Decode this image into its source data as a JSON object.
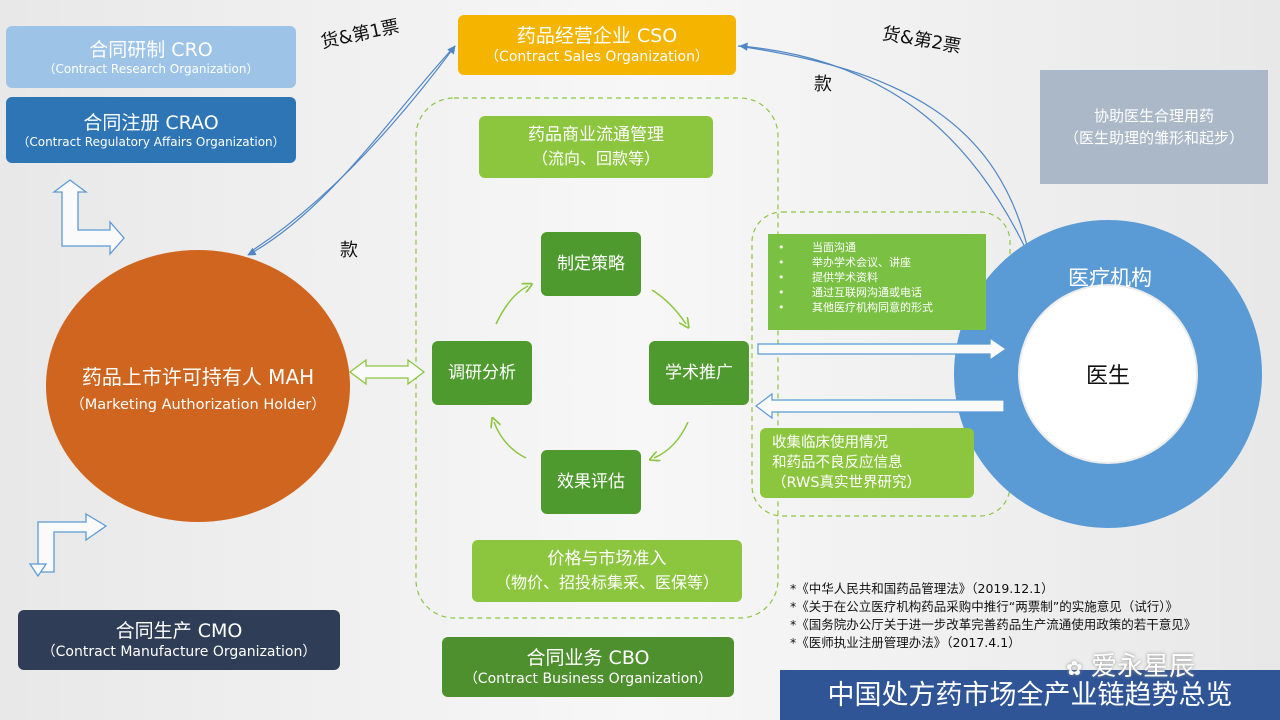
{
  "cro": {
    "title": "合同研制  CRO",
    "subtitle": "（Contract Research  Organization）"
  },
  "crao": {
    "title": "合同注册  CRAO",
    "subtitle": "（Contract Regulatory Affairs Organization）"
  },
  "cso": {
    "title": "药品经营企业  CSO",
    "subtitle": "（Contract Sales Organization）"
  },
  "assist": {
    "line1": "协助医生合理用药",
    "line2": "（医生助理的雏形和起步）"
  },
  "mah": {
    "title": "药品上市许可持有人 MAH",
    "subtitle": "（Marketing Authorization Holder）"
  },
  "cmo": {
    "title": "合同生产  CMO",
    "subtitle": "（Contract Manufacture Organization）"
  },
  "cbo": {
    "title": "合同业务  CBO",
    "subtitle": "（Contract Business Organization）"
  },
  "flow_mgmt": {
    "line1": "药品商业流通管理",
    "line2": "（流向、回款等）"
  },
  "price": {
    "line1": "价格与市场准入",
    "line2": "（物价、招投标集采、医保等）"
  },
  "cycle": {
    "strategy": "制定策略",
    "research": "调研分析",
    "academic": "学术推广",
    "evaluate": "效果评估"
  },
  "labels": {
    "goods1": "货&第1票",
    "goods2": "货&第2票",
    "pay1": "款",
    "pay2": "款"
  },
  "bullets": [
    "当面沟通",
    "举办学术会议、讲座",
    "提供学术资料",
    "通过互联网沟通或电话",
    "其他医疗机构同意的形式"
  ],
  "collect": {
    "line1": "收集临床使用情况",
    "line2": "和药品不良反应信息",
    "line3": "（RWS真实世界研究）"
  },
  "hospital": {
    "outer": "医疗机构",
    "inner": "医生"
  },
  "references": [
    "*《中华人民共和国药品管理法》（2019.12.1）",
    "*《关于在公立医疗机构药品采购中推行“两票制”的实施意见（试行）》",
    "*《国务院办公厅关于进一步改革完善药品生产流通使用政策的若干意见》",
    "*《医师执业注册管理办法》（2017.4.1）"
  ],
  "watermark": "爱永星辰",
  "banner": "中国处方药市场全产业链趋势总览",
  "colors": {
    "orange": "#d0651f",
    "blue": "#5b9bd5",
    "green": "#7ac143",
    "darkgreen": "#4e8f2e",
    "yellow": "#f5b400",
    "navy": "#2f3e56"
  }
}
